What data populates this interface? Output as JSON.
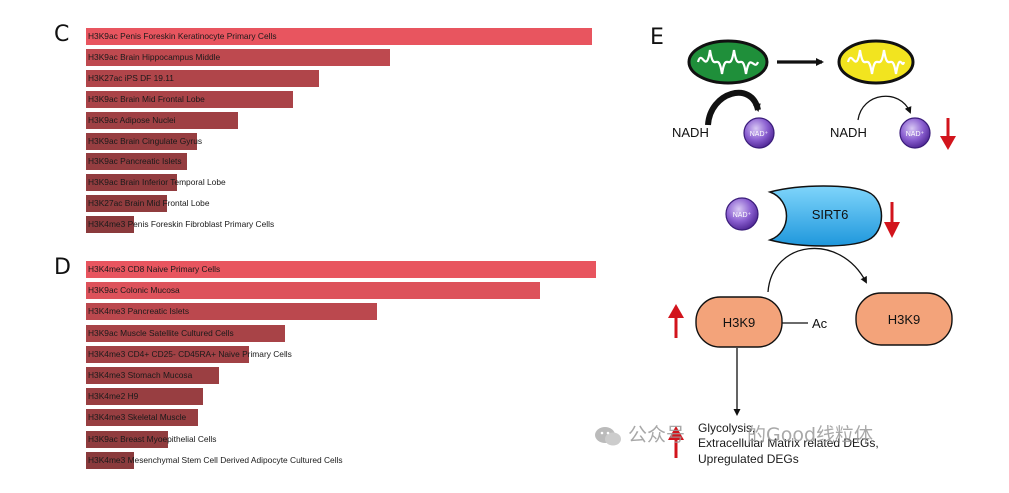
{
  "panels": {
    "c": {
      "letter": "C",
      "bars": [
        {
          "label": "H3K9ac Penis Foreskin Keratinocyte Primary Cells",
          "value": 1.0
        },
        {
          "label": "H3K9ac Brain Hippocampus Middle",
          "value": 0.6
        },
        {
          "label": "H3K27ac iPS DF 19.11",
          "value": 0.46
        },
        {
          "label": "H3K9ac Brain Mid Frontal Lobe",
          "value": 0.41
        },
        {
          "label": "H3K9ac Adipose Nuclei",
          "value": 0.3
        },
        {
          "label": "H3K9ac Brain Cingulate Gyrus",
          "value": 0.22
        },
        {
          "label": "H3K9ac Pancreatic Islets",
          "value": 0.2
        },
        {
          "label": "H3K9ac Brain Inferior Temporal Lobe",
          "value": 0.18
        },
        {
          "label": "H3K27ac Brain Mid Frontal Lobe",
          "value": 0.16
        },
        {
          "label": "H3K4me3 Penis Foreskin Fibroblast Primary Cells",
          "value": 0.095
        }
      ]
    },
    "d": {
      "letter": "D",
      "bars": [
        {
          "label": "H3K4me3 CD8 Naive Primary Cells",
          "value": 1.0
        },
        {
          "label": "H3K9ac Colonic Mucosa",
          "value": 0.89
        },
        {
          "label": "H3K4me3 Pancreatic Islets",
          "value": 0.57
        },
        {
          "label": "H3K9ac Muscle Satellite Cultured Cells",
          "value": 0.39
        },
        {
          "label": "H3K4me3 CD4+ CD25- CD45RA+ Naive Primary Cells",
          "value": 0.32
        },
        {
          "label": "H3K4me3 Stomach Mucosa",
          "value": 0.26
        },
        {
          "label": "H3K4me2 H9",
          "value": 0.23
        },
        {
          "label": "H3K4me3 Skeletal Muscle",
          "value": 0.22
        },
        {
          "label": "H3K9ac Breast Myoepithelial Cells",
          "value": 0.16
        },
        {
          "label": "H3K4me3 Mesenchymal Stem Cell Derived Adipocyte Cultured Cells",
          "value": 0.095
        }
      ]
    },
    "e": {
      "letter": "E",
      "nadh_left": "NADH",
      "nadh_right": "NADH",
      "nad_plus": "NAD⁺",
      "sirt6": "SIRT6",
      "h3k9_left": "H3K9",
      "h3k9_right": "H3K9",
      "ac": "Ac",
      "outcome_line1": "Glycolysis,",
      "outcome_line2": "Extracellular Matrix related DEGs,",
      "outcome_line3": "Upregulated DEGs"
    }
  },
  "colors": {
    "bar_high": "#e8555f",
    "bar_low": "#8a3a3c",
    "mito_green": "#1f8f3a",
    "mito_yellow": "#f2e41f",
    "nad_purple": "#6a3fb0",
    "sirt6_blue": "#2aa8e8",
    "h3k9_orange": "#f3a37a",
    "red_arrow": "#d2141c"
  },
  "watermark": {
    "part1": "公众号",
    "part2": "的Good线粒体"
  }
}
